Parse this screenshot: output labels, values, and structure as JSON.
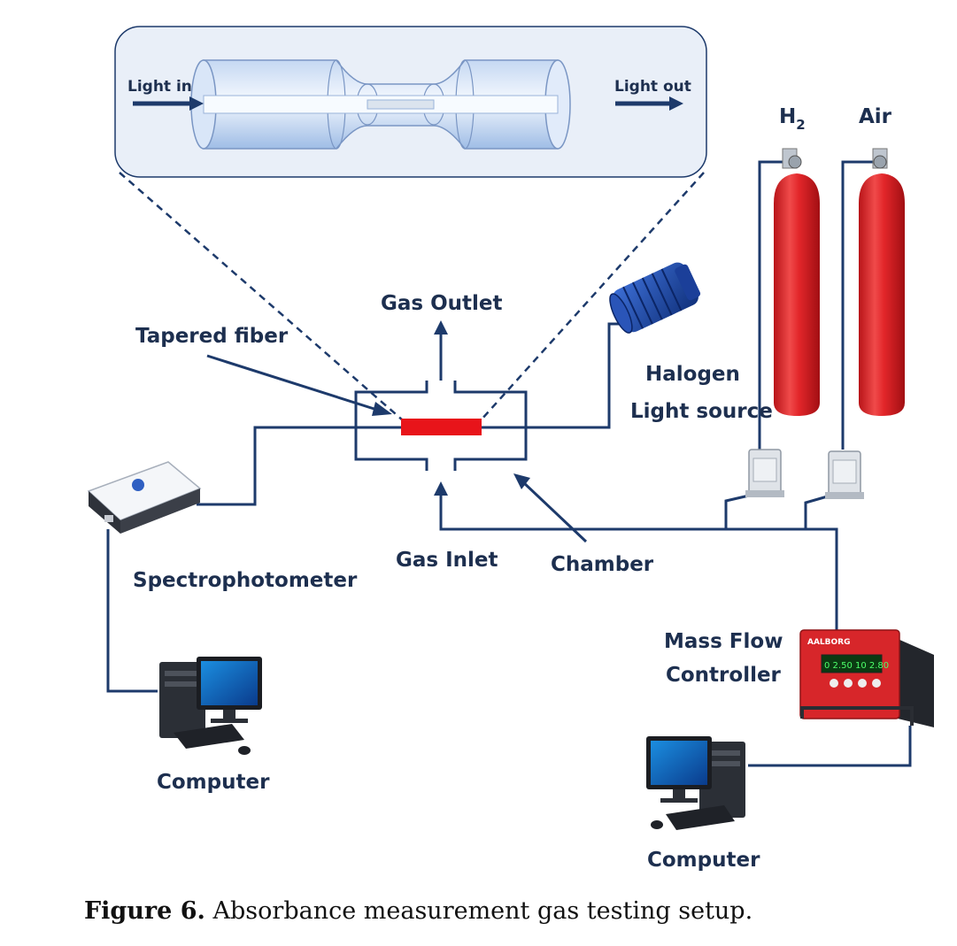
{
  "inset": {
    "light_in": "Light in",
    "light_out": "Light out"
  },
  "labels": {
    "gas_outlet": "Gas Outlet",
    "tapered_fiber": "Tapered fiber",
    "halogen_line1": "Halogen",
    "halogen_line2": "Light source",
    "h2_base": "H",
    "h2_sub": "2",
    "air": "Air",
    "spectrophotometer": "Spectrophotometer",
    "gas_inlet": "Gas Inlet",
    "chamber": "Chamber",
    "mfc_line1": "Mass Flow",
    "mfc_line2": "Controller",
    "computer_left": "Computer",
    "computer_right": "Computer"
  },
  "mfc_device": {
    "brand": "AALBORG",
    "display": "0 2.50 10 2.80"
  },
  "caption": {
    "figure_label": "Figure 6.",
    "text": " Absorbance measurement gas testing setup."
  },
  "colors": {
    "line": "#1d3a6b",
    "label": "#1d2f4f",
    "fiber": "#e8141a",
    "cylinder": "#e2262a",
    "inset_bg": "#e9eff8"
  },
  "icons": [
    "arrow-icon",
    "gas-cylinder-icon",
    "computer-icon",
    "light-source-icon",
    "spectrophotometer-icon",
    "flow-meter-icon",
    "mass-flow-controller-icon"
  ]
}
